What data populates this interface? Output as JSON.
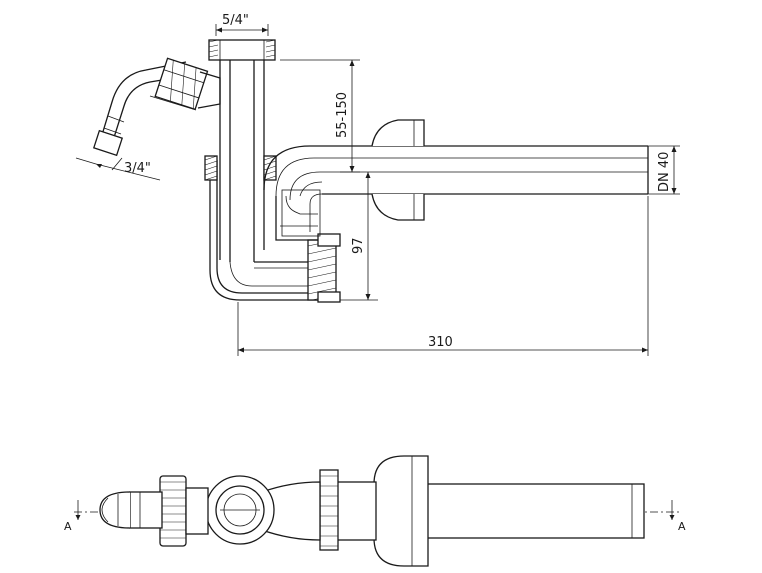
{
  "dimensions": {
    "thread_top": "5/4\"",
    "hose_thread": "3/4\"",
    "height_range": "55-150",
    "pipe_dn": "DN 40",
    "trap_depth": "97",
    "total_length": "310"
  },
  "section_marks": {
    "left": "A",
    "right": "A"
  }
}
